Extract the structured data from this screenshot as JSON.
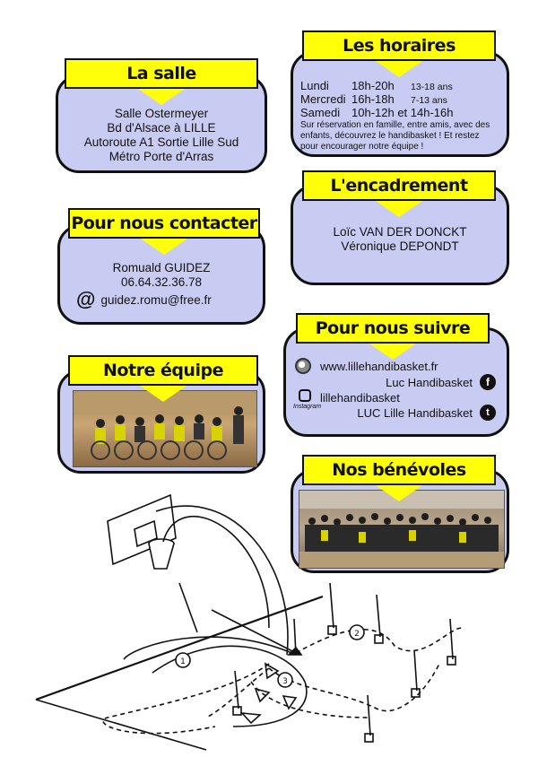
{
  "salle": {
    "title": "La salle",
    "lines": [
      "Salle Ostermeyer",
      "Bd d'Alsace à LILLE",
      "Autoroute A1 Sortie Lille Sud",
      "Métro Porte d'Arras"
    ]
  },
  "horaires": {
    "title": "Les horaires",
    "rows": [
      {
        "day": "Lundi",
        "time": "18h-20h",
        "age": "13-18 ans"
      },
      {
        "day": "Mercredi",
        "time": "16h-18h",
        "age": "7-13 ans"
      },
      {
        "day": "Samedi",
        "time": "10h-12h et 14h-16h",
        "age": ""
      }
    ],
    "note": "Sur réservation en famille, entre amis, avec des enfants, découvrez le handibasket ! Et restez pour encourager notre équipe !"
  },
  "encadrement": {
    "title": "L'encadrement",
    "lines": [
      "Loïc VAN DER DONCKT",
      "Véronique DEPONDT"
    ]
  },
  "contact": {
    "title": "Pour nous contacter",
    "name": "Romuald GUIDEZ",
    "phone": "06.64.32.36.78",
    "email": "guidez.romu@free.fr",
    "at_symbol": "@"
  },
  "suivre": {
    "title": "Pour nous suivre",
    "website": "www.lillehandibasket.fr",
    "facebook1": "Luc Handibasket",
    "instagram": "lillehandibasket",
    "twitter": "LUC Lille Handibasket",
    "instagram_caption": "Instagram"
  },
  "equipe": {
    "title": "Notre équipe"
  },
  "benevoles": {
    "title": "Nos bénévoles"
  },
  "colors": {
    "card": "#c8ccf2",
    "banner": "#ffff0a",
    "outline": "#111111"
  },
  "icons": [
    "at-icon",
    "globe-icon",
    "facebook-icon",
    "instagram-icon",
    "twitter-icon"
  ]
}
